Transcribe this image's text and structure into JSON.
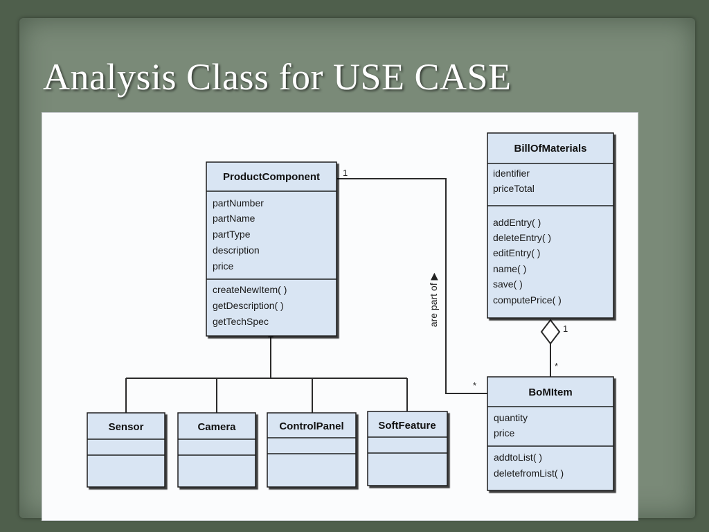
{
  "slide": {
    "title": "Analysis Class for USE CASE"
  },
  "diagram": {
    "classes": {
      "product_component": {
        "name": "ProductComponent",
        "attributes": [
          "partNumber",
          "partName",
          "partType",
          "description",
          "price"
        ],
        "operations": [
          "createNewItem( )",
          "getDescription( )",
          "getTechSpec"
        ]
      },
      "bill_of_materials": {
        "name": "BillOfMaterials",
        "attributes": [
          "identifier",
          "priceTotal"
        ],
        "operations": [
          "addEntry( )",
          "deleteEntry( )",
          "editEntry( )",
          "name( )",
          "save( )",
          "computePrice( )"
        ]
      },
      "bom_item": {
        "name": "BoMItem",
        "attributes": [
          "quantity",
          "price"
        ],
        "operations": [
          "addtoList( )",
          "deletefromList( )"
        ]
      },
      "sensor": {
        "name": "Sensor"
      },
      "camera": {
        "name": "Camera"
      },
      "control_panel": {
        "name": "ControlPanel"
      },
      "soft_feature": {
        "name": "SoftFeature"
      }
    },
    "multiplicities": {
      "product_component_end": "1",
      "bom_item_left_end": "*",
      "bill_of_materials_end": "1",
      "bom_item_top_end": "*"
    },
    "association_label": "are part of ▶"
  }
}
